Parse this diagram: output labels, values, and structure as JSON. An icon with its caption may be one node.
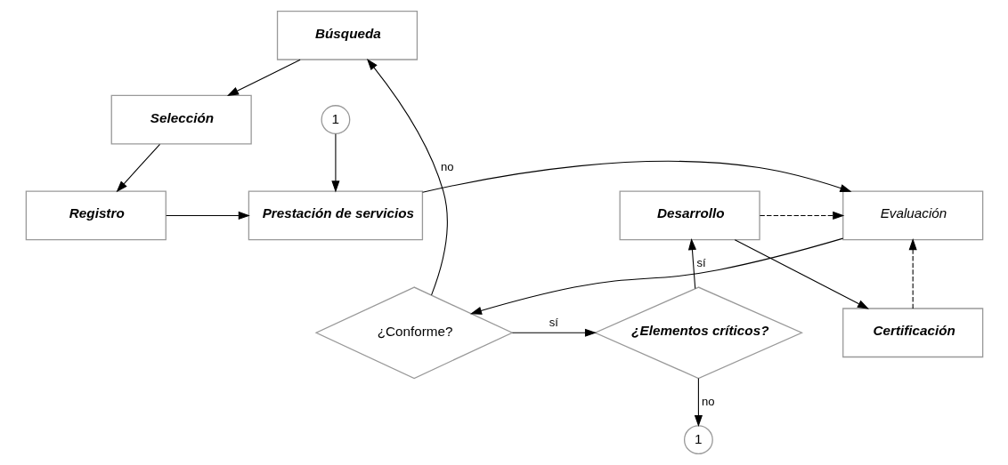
{
  "diagram": {
    "nodes": [
      {
        "text": [
          "Búsqueda"
        ]
      },
      {
        "text": [
          "Selección"
        ]
      },
      {
        "text": [
          "Registro"
        ]
      },
      {
        "text": [
          "Prestación de servicios"
        ]
      },
      {
        "text": [
          "Evaluación"
        ]
      },
      {
        "text": [
          "¿Conforme?"
        ]
      },
      {
        "text": [
          "¿Elementos críticos?"
        ]
      },
      {
        "text": [
          "Desarrollo"
        ]
      },
      {
        "text": [
          "Certificación"
        ]
      },
      {
        "text": [
          "1"
        ]
      },
      {
        "text": [
          "1"
        ]
      }
    ],
    "edges": [
      {
        "from": 0,
        "to": 1,
        "arrow": "to"
      },
      {
        "from": 1,
        "to": 2,
        "arrow": "to"
      },
      {
        "from": 2,
        "to": 3,
        "arrow": "to"
      },
      {
        "from": 3,
        "to": 4,
        "arrow": "to"
      },
      {
        "from": 4,
        "to": 5,
        "arrow": "to"
      },
      {
        "from": 5,
        "to": 0,
        "arrow": "to",
        "label": "no"
      },
      {
        "from": 5,
        "to": 6,
        "arrow": "to",
        "label": "sí"
      },
      {
        "from": 6,
        "to": 9,
        "arrow": "to",
        "label": "no"
      },
      {
        "from": 6,
        "to": 7,
        "arrow": "to",
        "label": "sí"
      },
      {
        "from": 7,
        "to": 4,
        "arrow": "to",
        "style": "dashed"
      },
      {
        "from": 7,
        "to": 8,
        "arrow": "to"
      },
      {
        "from": 8,
        "to": 4,
        "arrow": "to",
        "style": "dashed"
      },
      {
        "from": 10,
        "to": 3,
        "arrow": "to"
      }
    ]
  }
}
